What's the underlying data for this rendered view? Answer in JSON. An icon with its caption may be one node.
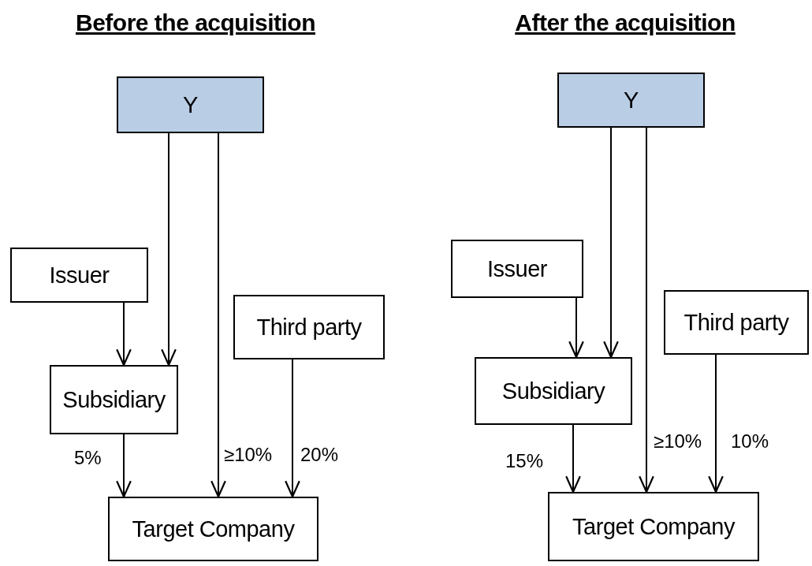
{
  "diagram": {
    "nodes": [
      {
        "text": [
          "Y"
        ]
      },
      {
        "text": [
          "Issuer"
        ]
      },
      {
        "text": [
          "Subsidiary"
        ]
      },
      {
        "text": [
          "Third party"
        ]
      },
      {
        "text": [
          "Target Company"
        ]
      },
      {
        "text": [
          "Y"
        ]
      },
      {
        "text": [
          "Issuer"
        ]
      },
      {
        "text": [
          "Subsidiary"
        ]
      },
      {
        "text": [
          "Third party"
        ]
      },
      {
        "text": [
          "Target Company"
        ]
      }
    ],
    "edges": [
      {
        "from": 1,
        "to": 2,
        "arrow": "to"
      },
      {
        "from": 0,
        "to": 2,
        "arrow": "to"
      },
      {
        "from": 0,
        "to": 4,
        "arrow": "to",
        "label": "≥10%"
      },
      {
        "from": 2,
        "to": 4,
        "arrow": "to",
        "label": "5%"
      },
      {
        "from": 3,
        "to": 4,
        "arrow": "to",
        "label": "20%"
      },
      {
        "from": 6,
        "to": 7,
        "arrow": "to"
      },
      {
        "from": 5,
        "to": 7,
        "arrow": "to"
      },
      {
        "from": 5,
        "to": 9,
        "arrow": "to",
        "label": "≥10%"
      },
      {
        "from": 7,
        "to": 9,
        "arrow": "to",
        "label": "15%"
      },
      {
        "from": 8,
        "to": 9,
        "arrow": "to",
        "label": "10%"
      }
    ],
    "labels": [
      "Before the acquisition",
      "After the acquisition"
    ]
  }
}
